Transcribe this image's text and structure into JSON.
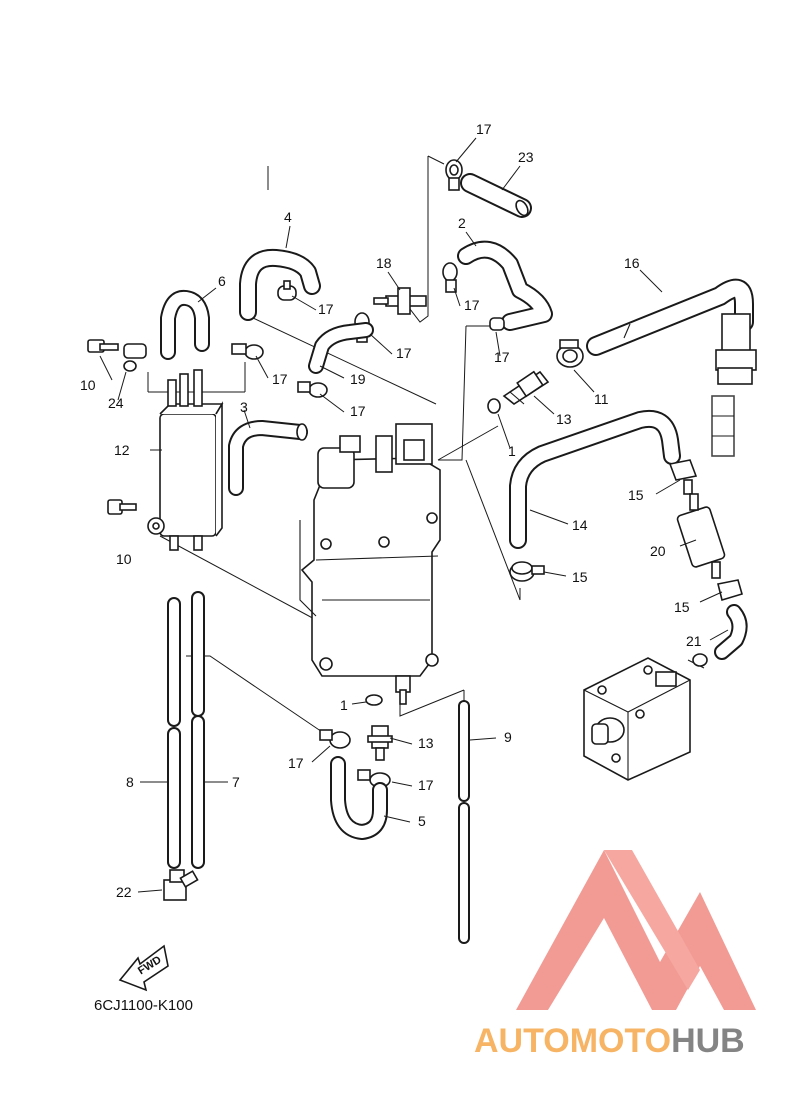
{
  "diagram": {
    "code": "6CJ1100-K100",
    "fwd_label": "FWD",
    "callouts": [
      {
        "id": "c17a",
        "text": "17"
      },
      {
        "id": "c23",
        "text": "23"
      },
      {
        "id": "c4",
        "text": "4"
      },
      {
        "id": "c2",
        "text": "2"
      },
      {
        "id": "c18",
        "text": "18"
      },
      {
        "id": "c16",
        "text": "16"
      },
      {
        "id": "c6",
        "text": "6"
      },
      {
        "id": "c17b",
        "text": "17"
      },
      {
        "id": "c17c",
        "text": "17"
      },
      {
        "id": "c17d",
        "text": "17"
      },
      {
        "id": "c17e",
        "text": "17"
      },
      {
        "id": "c10a",
        "text": "10"
      },
      {
        "id": "c24",
        "text": "24"
      },
      {
        "id": "c17f",
        "text": "17"
      },
      {
        "id": "c19",
        "text": "19"
      },
      {
        "id": "c11",
        "text": "11"
      },
      {
        "id": "c3",
        "text": "3"
      },
      {
        "id": "c17g",
        "text": "17"
      },
      {
        "id": "c13a",
        "text": "13"
      },
      {
        "id": "c12",
        "text": "12"
      },
      {
        "id": "c1a",
        "text": "1"
      },
      {
        "id": "c15a",
        "text": "15"
      },
      {
        "id": "c14",
        "text": "14"
      },
      {
        "id": "c10b",
        "text": "10"
      },
      {
        "id": "c20",
        "text": "20"
      },
      {
        "id": "c15b",
        "text": "15"
      },
      {
        "id": "c15c",
        "text": "15"
      },
      {
        "id": "c21",
        "text": "21"
      },
      {
        "id": "c1b",
        "text": "1"
      },
      {
        "id": "c9",
        "text": "9"
      },
      {
        "id": "c13b",
        "text": "13"
      },
      {
        "id": "c17h",
        "text": "17"
      },
      {
        "id": "c17i",
        "text": "17"
      },
      {
        "id": "c8",
        "text": "8"
      },
      {
        "id": "c7",
        "text": "7"
      },
      {
        "id": "c5",
        "text": "5"
      },
      {
        "id": "c22",
        "text": "22"
      }
    ]
  },
  "watermark": {
    "word_part1": "AUTOMOTO",
    "word_part2": "HUB",
    "color_primary": "#f07c74",
    "color_secondary": "#f5a84a",
    "color_tertiary": "#777777"
  }
}
